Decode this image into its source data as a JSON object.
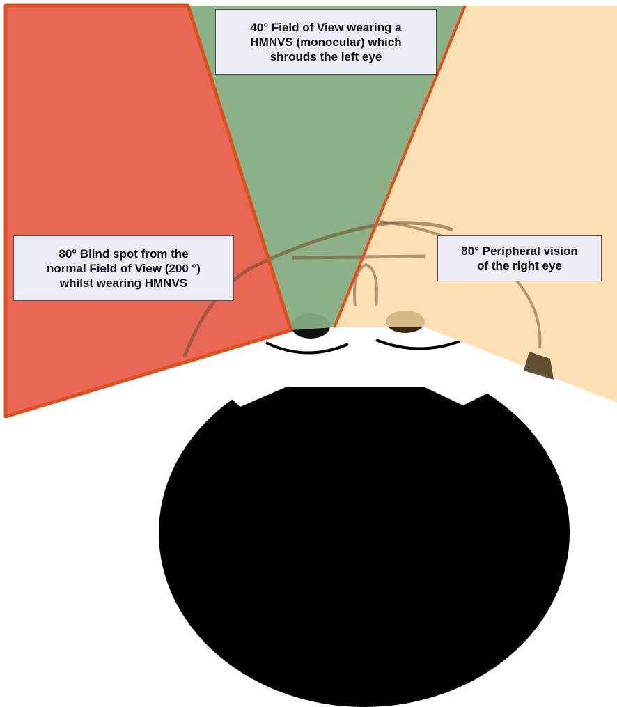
{
  "colors": {
    "blind_spot_zone": "#e8604c",
    "hmnvs_zone": "#86ad82",
    "peripheral_zone": "#fbd9a3",
    "zone_border": "#e0501c",
    "head": "#000000",
    "face": "#ffffff",
    "label_background": "#ececf6"
  },
  "labels": {
    "hmnvs_field": "40° Field of View wearing a\nHMNVS (monocular) which\nshrouds the left eye",
    "blind_spot": "80° Blind spot from the\nnormal Field of View (200 °)\nwhilst wearing HMNVS",
    "peripheral_vision": "80° Peripheral vision\nof the right eye"
  }
}
